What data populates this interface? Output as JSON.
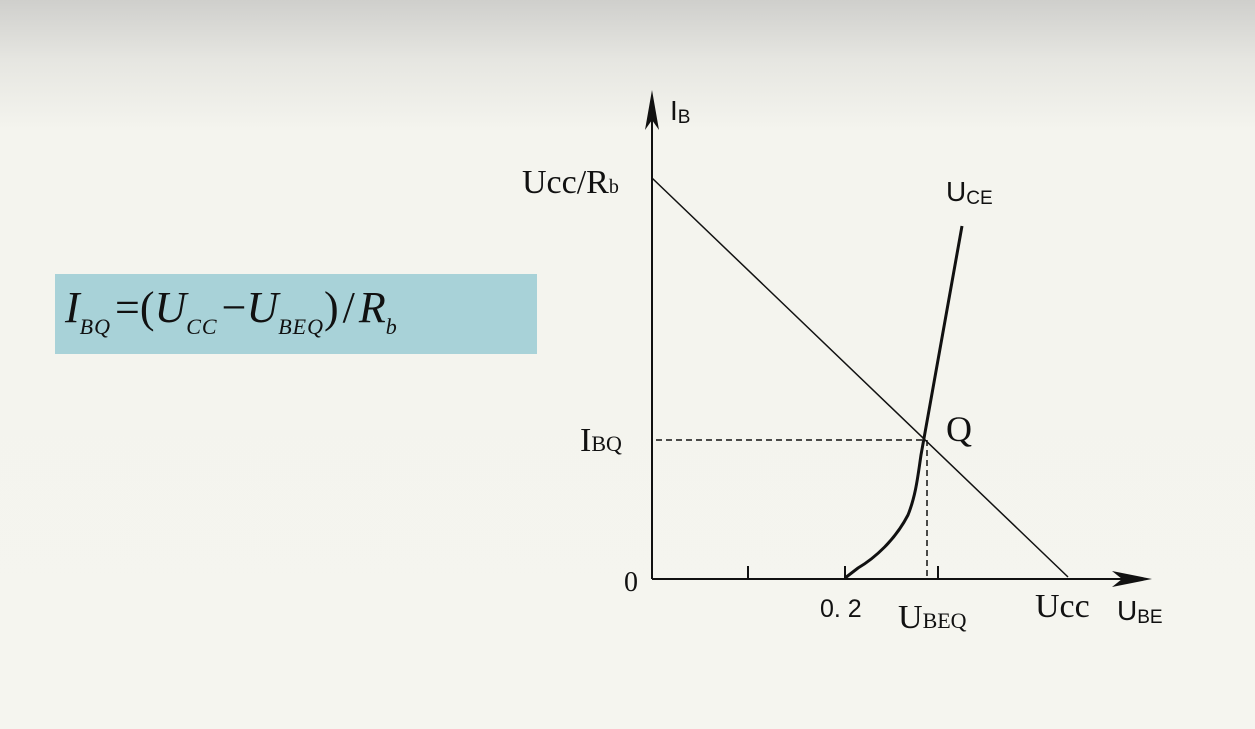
{
  "formula": {
    "lhs": "I",
    "lhs_sub": "BQ",
    "equals": "=",
    "open_paren": "(",
    "u1": "U",
    "u1_sub": "CC",
    "minus": "−",
    "u2": "U",
    "u2_sub": "BEQ",
    "close_paren": ")",
    "slash": "/",
    "r": "R",
    "r_sub": "b"
  },
  "diagram": {
    "y_axis_label": "I",
    "y_axis_label_sub": "B",
    "x_axis_label": "U",
    "x_axis_label_sub": "BE",
    "origin_label": "0",
    "y_intercept_label": "Ucc/R",
    "y_intercept_label_sub": "b",
    "x_intercept_label": "Ucc",
    "curve_label": "U",
    "curve_label_sub": "CE",
    "q_point_label": "Q",
    "ibq_label": "I",
    "ibq_label_sub": "BQ",
    "ubeq_label": "U",
    "ubeq_label_sub": "BEQ",
    "tick_label_02": "0. 2"
  }
}
